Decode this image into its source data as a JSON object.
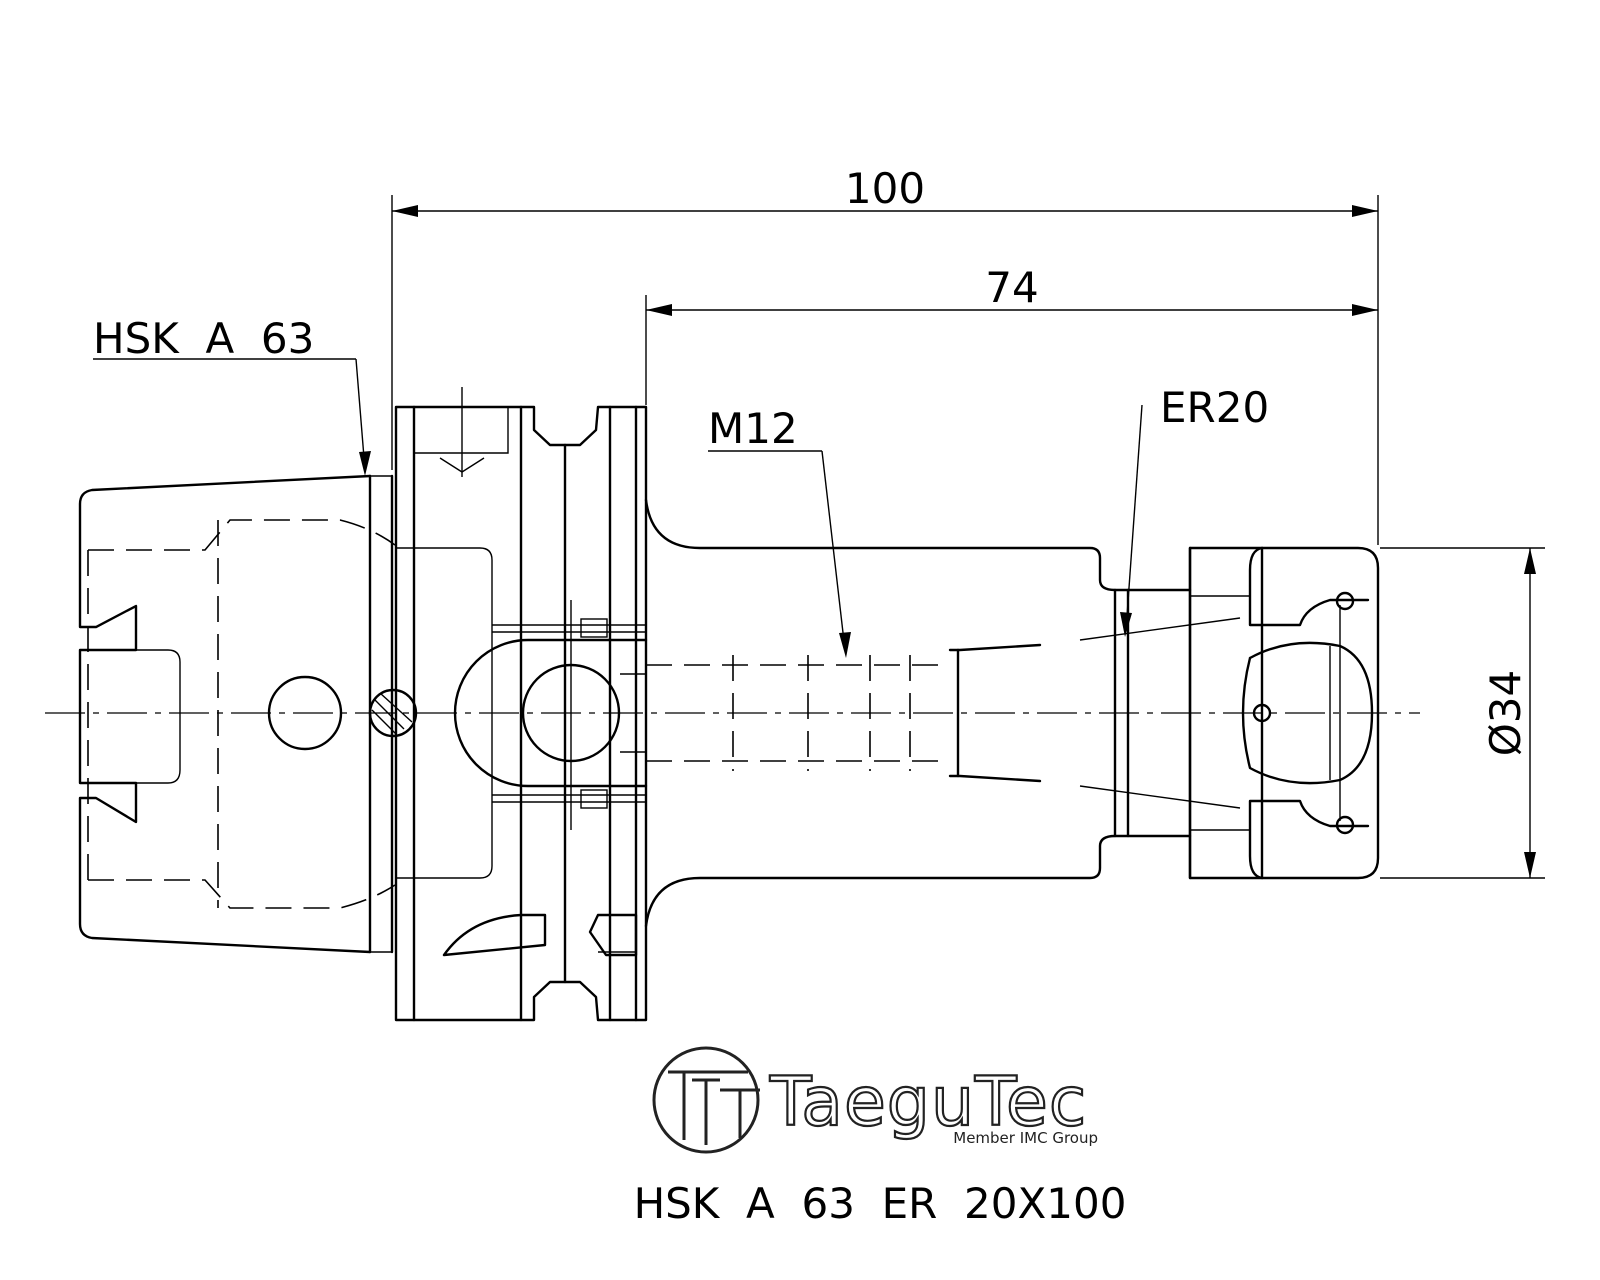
{
  "drawing": {
    "dimensions": {
      "overall_length": "100",
      "gauge_length": "74",
      "diameter": "Ø34"
    },
    "callouts": {
      "interface": "HSK  A  63",
      "thread": "M12",
      "collet": "ER20"
    },
    "logo": {
      "brand": "TaeguTec",
      "tagline": "Member IMC Group"
    },
    "part_designation": "HSK  A  63  ER  20X100"
  }
}
